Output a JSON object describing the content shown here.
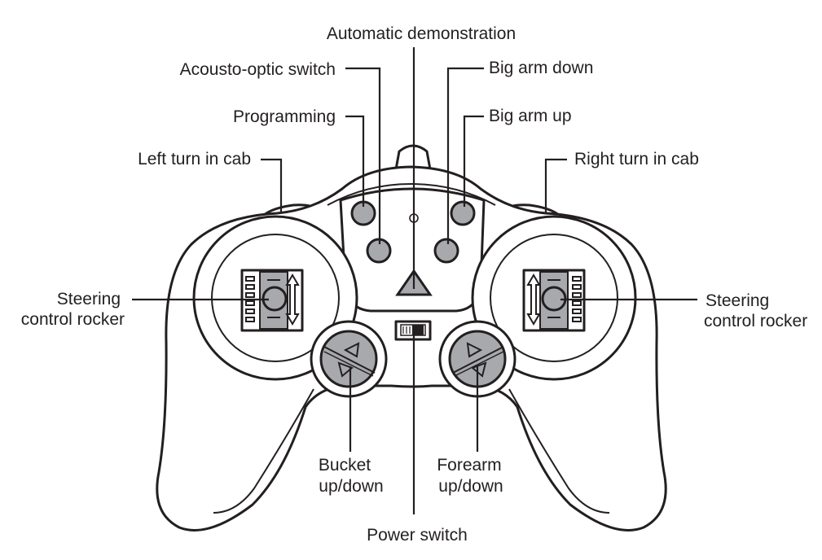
{
  "labels": {
    "automatic_demonstration": "Automatic demonstration",
    "acousto_optic_switch": "Acousto-optic switch",
    "programming": "Programming",
    "left_turn_in_cab": "Left turn in cab",
    "big_arm_down": "Big arm down",
    "big_arm_up": "Big arm up",
    "right_turn_in_cab": "Right turn in cab",
    "steering_left_line1": "Steering",
    "steering_left_line2": "control rocker",
    "steering_right_line1": "Steering",
    "steering_right_line2": "control rocker",
    "bucket_line1": "Bucket",
    "bucket_line2": "up/down",
    "forearm_line1": "Forearm",
    "forearm_line2": "up/down",
    "power_switch": "Power switch"
  },
  "colors": {
    "outline": "#231f20",
    "button_fill": "#a7a9ac",
    "background": "#ffffff"
  }
}
